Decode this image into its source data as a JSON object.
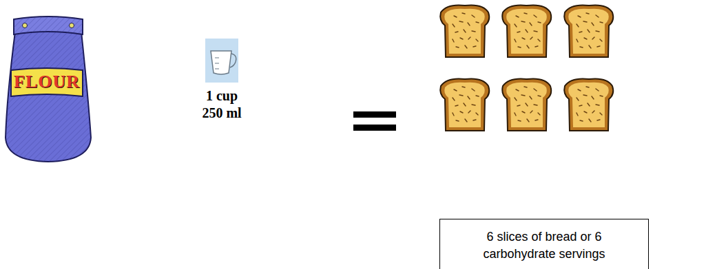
{
  "diagram": {
    "nodes": [
      {
        "text": [
          "6 slices of bread or 6 carbohydrate servings"
        ]
      }
    ],
    "labels": [
      "FLOUR",
      "1 cup",
      "250 ml"
    ]
  }
}
